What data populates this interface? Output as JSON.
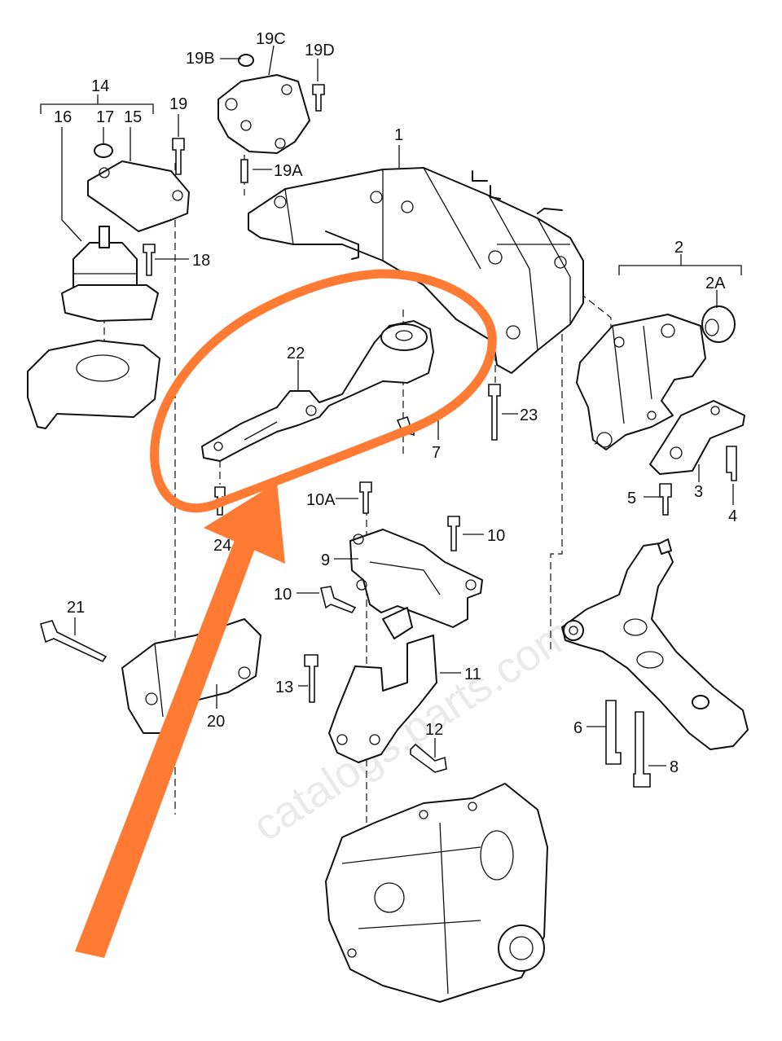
{
  "watermark": "catalogs.parts.com",
  "colors": {
    "annotation": "#ff7a33",
    "line": "#111111",
    "background": "#ffffff"
  },
  "annotation": {
    "circle": "orange-hand-drawn-circle",
    "arrow": "orange-arrow"
  },
  "labels": {
    "l1": "1",
    "l2": "2",
    "l2a": "2A",
    "l3": "3",
    "l4": "4",
    "l5": "5",
    "l6": "6",
    "l7": "7",
    "l8": "8",
    "l9": "9",
    "l10": "10",
    "l10b": "10",
    "l10a": "10A",
    "l11": "11",
    "l12": "12",
    "l13": "13",
    "l14": "14",
    "l15": "15",
    "l16": "16",
    "l17": "17",
    "l18": "18",
    "l19": "19",
    "l19a": "19A",
    "l19b": "19B",
    "l19c": "19C",
    "l19d": "19D",
    "l20": "20",
    "l21": "21",
    "l22": "22",
    "l23": "23",
    "l24": "24"
  }
}
